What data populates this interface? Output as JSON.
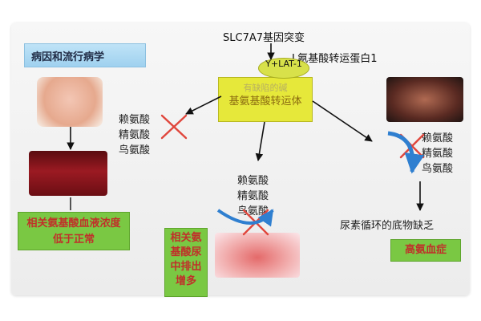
{
  "heading": "病因和流行病学",
  "gene_label": "SLC7A7基因突变",
  "lat_label": "L氨基酸转运蛋白1",
  "ellipse_label": "Y+LAT-1",
  "transporter": {
    "faded_line": "有缺陷的碱",
    "main_text": "基氨基酸转运体"
  },
  "amino_acids": {
    "left": [
      "赖氨酸",
      "精氨酸",
      "鸟氨酸"
    ],
    "middle": [
      "赖氨酸",
      "精氨酸",
      "鸟氨酸"
    ],
    "right": [
      "赖氨酸",
      "精氨酸",
      "鸟氨酸"
    ]
  },
  "outcomes": {
    "plasma_low": "相关氨基酸血液浓度低于正常",
    "urine_high": "相关氨基酸尿中排出增多",
    "urea_cycle": "尿素循环的底物缺乏",
    "hyperammonemia": "高氨血症"
  },
  "images": {
    "intestine": "intestine-illustration",
    "vessel": "blood-vessel-illustration",
    "kidney": "kidney-illustration",
    "abdomen": "abdominal-organs-illustration"
  },
  "colors": {
    "arrow": "#111111",
    "cross": "#e0463c",
    "green_box": "#7ac843",
    "outcome_text": "#c0302a",
    "curved_arrow": "#2f7fd0",
    "transporter_fill": "#e6e83a"
  }
}
